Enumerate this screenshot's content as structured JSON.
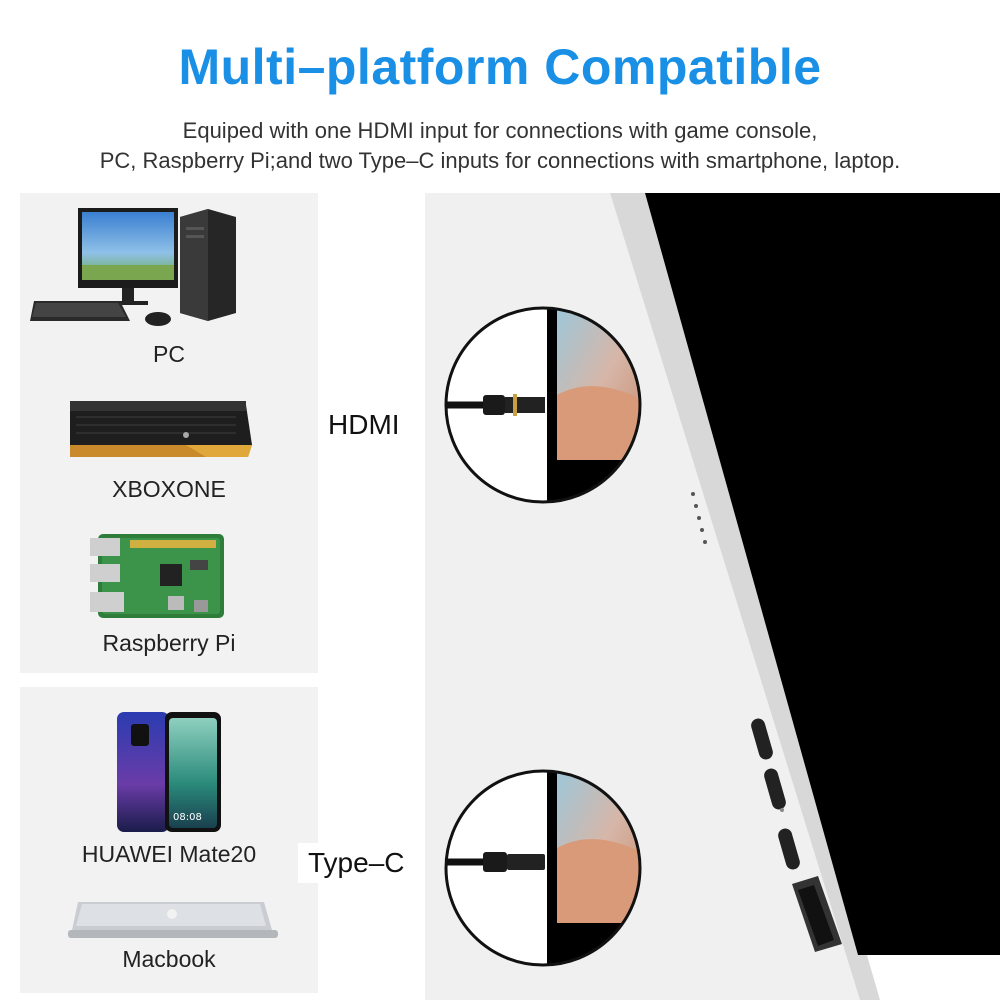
{
  "header": {
    "title": "Multi–platform Compatible",
    "subtitle_line1": "Equiped with one HDMI input for connections with game console,",
    "subtitle_line2": "PC, Raspberry Pi;and two Type–C inputs for connections with smartphone, laptop."
  },
  "hdmi_devices": [
    {
      "label": "PC",
      "icon": "desktop-pc-icon"
    },
    {
      "label": "XBOXONE",
      "icon": "game-console-icon"
    },
    {
      "label": "Raspberry Pi",
      "icon": "raspberry-pi-board-icon"
    }
  ],
  "typec_devices": [
    {
      "label": "HUAWEI Mate20",
      "icon": "smartphone-icon"
    },
    {
      "label": "Macbook",
      "icon": "laptop-icon"
    }
  ],
  "connectors": {
    "hdmi": "HDMI",
    "typec": "Type–C"
  },
  "colors": {
    "accent": "#1a8fe6",
    "panel": "#f2f2f2"
  }
}
